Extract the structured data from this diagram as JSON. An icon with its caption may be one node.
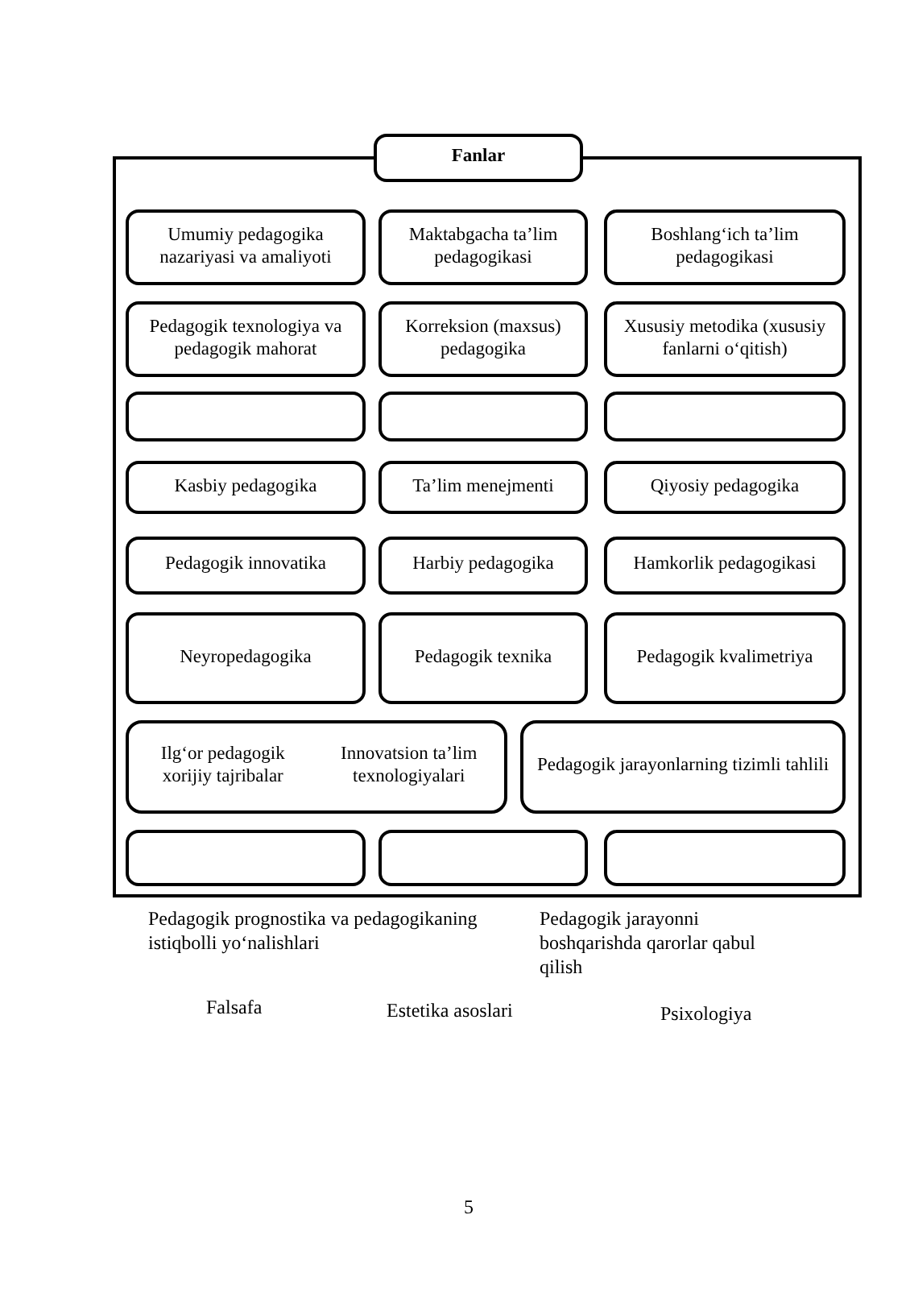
{
  "diagram": {
    "nodes": [
      {
        "text": [],
        "shape": "box"
      },
      {
        "text": [
          "Fanlar"
        ]
      },
      {
        "text": [
          "Umumiy pedagogika nazariyasi va amaliyoti"
        ],
        "in": 0
      },
      {
        "text": [
          "Maktabgacha ta’lim pedagogikasi"
        ],
        "in": 0
      },
      {
        "text": [
          "Boshlang‘ich ta’lim pedagogikasi"
        ],
        "in": 0
      },
      {
        "text": [
          "Pedagogik texnologiya va pedagogik mahorat"
        ],
        "in": 0
      },
      {
        "text": [
          "Korreksion (maxsus) pedagogika"
        ],
        "in": 0
      },
      {
        "text": [
          "Xususiy metodika (xususiy fanlarni o‘qitish)"
        ],
        "in": 0
      },
      {
        "text": [],
        "shape": "box",
        "in": 0
      },
      {
        "text": [],
        "shape": "box",
        "in": 0
      },
      {
        "text": [],
        "shape": "box",
        "in": 0
      },
      {
        "text": [
          "Kasbiy pedagogika"
        ],
        "in": 0
      },
      {
        "text": [
          "Ta’lim menejmenti"
        ],
        "in": 0
      },
      {
        "text": [
          "Qiyosiy pedagogika"
        ],
        "in": 0
      },
      {
        "text": [
          "Pedagogik innovatika"
        ],
        "in": 0
      },
      {
        "text": [
          "Harbiy pedagogika"
        ],
        "in": 0
      },
      {
        "text": [
          "Hamkorlik pedagogikasi"
        ],
        "in": 0
      },
      {
        "text": [
          "Neyropedagogika"
        ],
        "in": 0
      },
      {
        "text": [
          "Pedagogik texnika"
        ],
        "in": 0
      },
      {
        "text": [
          "Pedagogik kvalimetriya"
        ],
        "in": 0
      },
      {
        "text": [
          "Ilg‘or pedagogik xorijiy tajribalar",
          "Innovatsion ta’lim texnologiyalari"
        ],
        "in": 0
      },
      {
        "text": [
          "Pedagogik jarayonlarning tizimli tahlili"
        ],
        "in": 0
      },
      {
        "text": [],
        "shape": "box",
        "in": 0
      },
      {
        "text": [],
        "shape": "box",
        "in": 0
      },
      {
        "text": [],
        "shape": "box",
        "in": 0
      }
    ],
    "labels": [
      "Pedagogik prognostika va pedagogikaning istiqbolli yo‘nalishlari",
      "Pedagogik jarayonni boshqarishda qarorlar qabul qilish",
      "Falsafa",
      "Estetika asoslari",
      "Psixologiya",
      "5"
    ]
  }
}
